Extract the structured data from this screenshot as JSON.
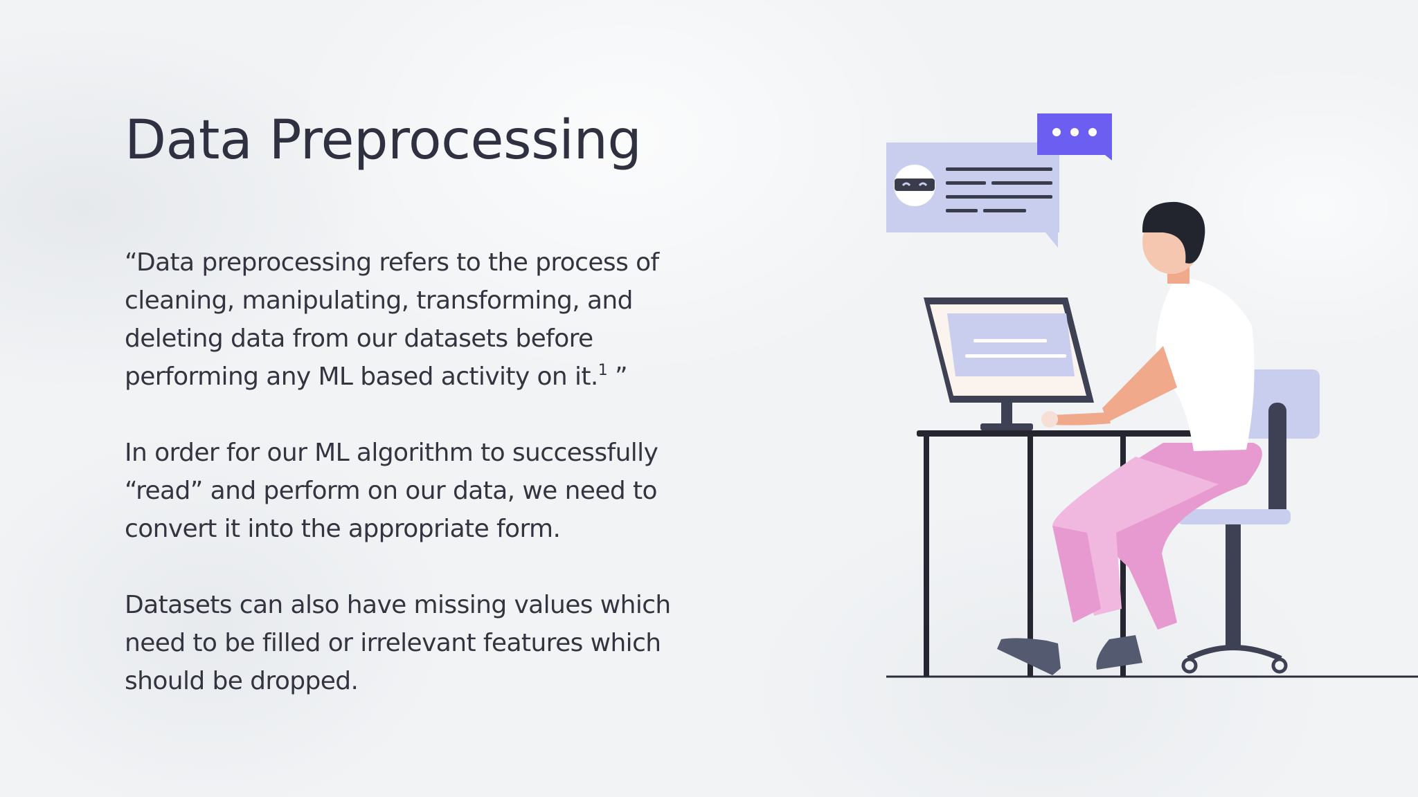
{
  "slide": {
    "title": "Data Preprocessing",
    "paragraph_1_text": "“Data preprocessing refers to the process of cleaning, manipulating, transforming, and deleting data from our datasets before performing any ML based activity on it.",
    "paragraph_1_footnote": "1",
    "paragraph_1_close": " ”",
    "paragraph_2": "In order for our ML algorithm to successfully “read” and perform on our data, we need to convert it into the appropriate form.",
    "paragraph_3": "Datasets can also have missing values which need to be filled or irrelevant features which should be dropped."
  },
  "colors": {
    "accent_purple": "#6b5ef0",
    "bubble_lavender": "#c9ceef",
    "pants_pink": "#e79ad0",
    "text_dark": "#2f3140"
  },
  "illustration": {
    "icons": [
      "chat-bubble-icon",
      "typing-bubble-icon",
      "robot-avatar-icon",
      "computer-monitor-icon",
      "desk-icon",
      "office-chair-icon",
      "person-icon"
    ]
  }
}
